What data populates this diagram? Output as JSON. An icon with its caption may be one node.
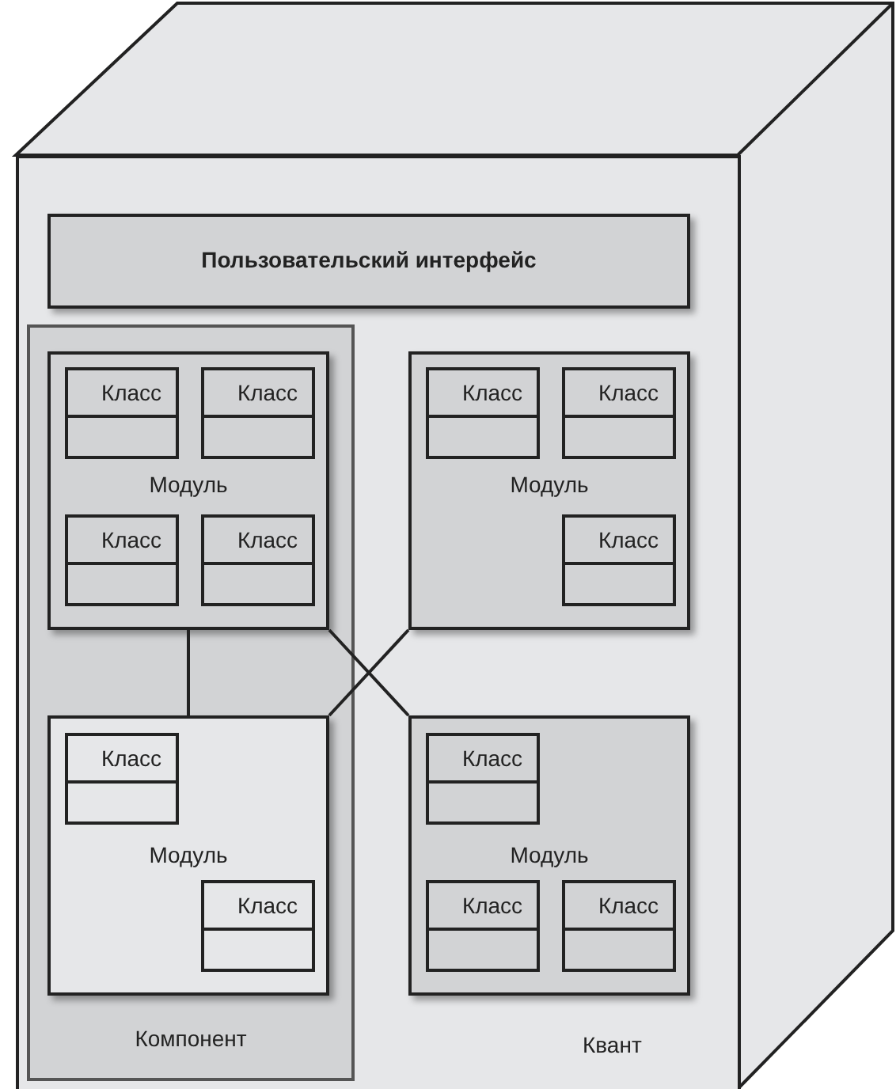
{
  "diagram": {
    "nodes": [
      {
        "text": [
          "Квант"
        ]
      },
      {
        "text": [
          "Пользовательский интерфейс"
        ],
        "in": 0
      },
      {
        "text": [
          "Компонент"
        ],
        "in": 0
      },
      {
        "text": [
          "Модуль"
        ],
        "in": 2
      },
      {
        "text": [
          "Класс"
        ],
        "in": 3
      },
      {
        "text": [
          "Класс"
        ],
        "in": 3
      },
      {
        "text": [
          "Класс"
        ],
        "in": 3
      },
      {
        "text": [
          "Класс"
        ],
        "in": 3
      },
      {
        "text": [
          "Модуль"
        ],
        "in": 0
      },
      {
        "text": [
          "Класс"
        ],
        "in": 8
      },
      {
        "text": [
          "Класс"
        ],
        "in": 8
      },
      {
        "text": [
          "Класс"
        ],
        "in": 8
      },
      {
        "text": [
          "Модуль"
        ],
        "in": 2
      },
      {
        "text": [
          "Класс"
        ],
        "in": 12
      },
      {
        "text": [
          "Класс"
        ],
        "in": 12
      },
      {
        "text": [
          "Модуль"
        ],
        "in": 0
      },
      {
        "text": [
          "Класс"
        ],
        "in": 15
      },
      {
        "text": [
          "Класс"
        ],
        "in": 15
      },
      {
        "text": [
          "Класс"
        ],
        "in": 15
      }
    ],
    "edges": [
      {
        "from": 3,
        "to": 12,
        "arrow": "none"
      },
      {
        "from": 3,
        "to": 15,
        "arrow": "none"
      },
      {
        "from": 8,
        "to": 12,
        "arrow": "none"
      }
    ]
  }
}
